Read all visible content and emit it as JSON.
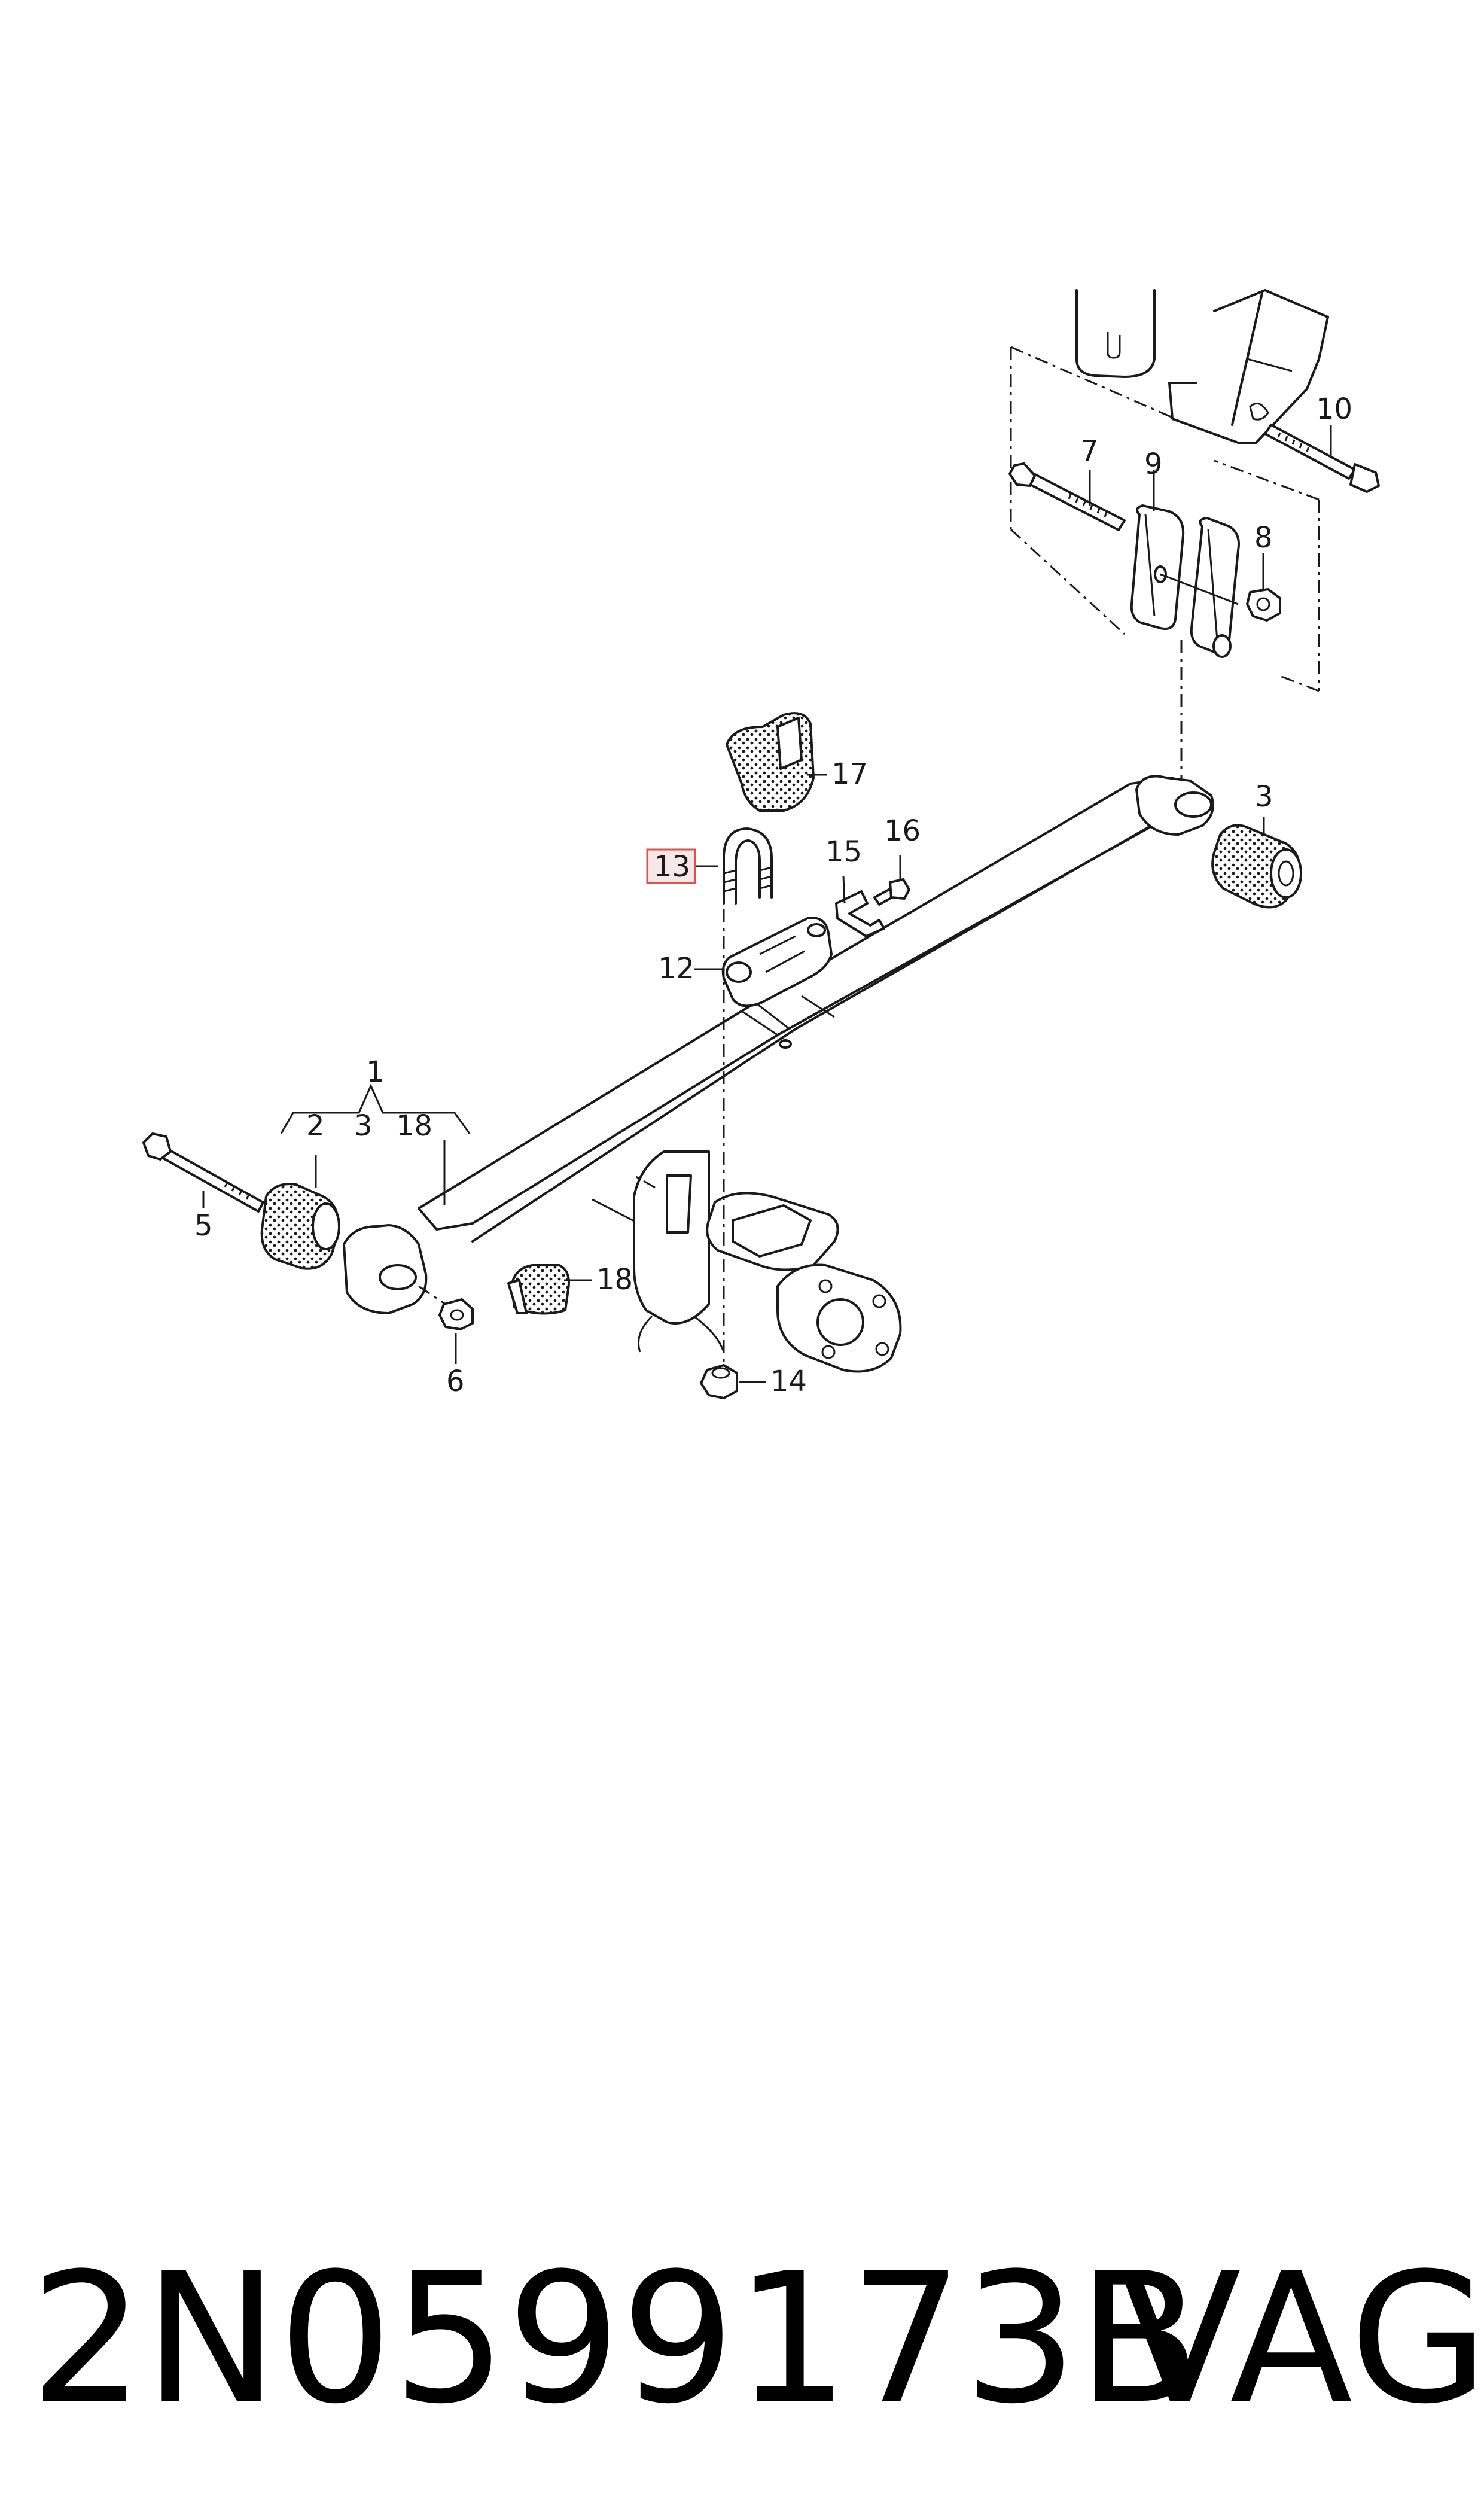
{
  "diagram": {
    "callouts": {
      "c1": "1",
      "c2": "2",
      "c3a": "3",
      "c3b": "3",
      "c5": "5",
      "c6": "6",
      "c7": "7",
      "c8": "8",
      "c9": "9",
      "c10": "10",
      "c12": "12",
      "c13": "13",
      "c14": "14",
      "c15": "15",
      "c16": "16",
      "c17": "17",
      "c18a": "18",
      "c18b": "18"
    },
    "highlighted_callout": "13",
    "highlight_color": "#d9534f"
  },
  "footer": {
    "part_number": "2N0599173B",
    "brand": "VAG"
  }
}
